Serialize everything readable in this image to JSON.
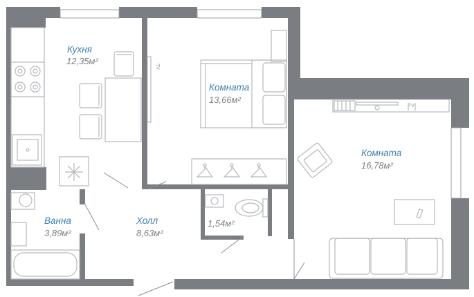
{
  "colors": {
    "wall": "#7a7d82",
    "room_name": "#3c7fb0",
    "room_area": "#7b7e83",
    "furniture_line": "#b4b8bc",
    "background": "#ffffff"
  },
  "rooms": [
    {
      "id": "kitchen",
      "name": "Кухня",
      "area": "12,35м²"
    },
    {
      "id": "room1",
      "name": "Комната",
      "area": "13,66м²"
    },
    {
      "id": "room2",
      "name": "Комната",
      "area": "16,78м²"
    },
    {
      "id": "bath",
      "name": "Ванна",
      "area": "3,89м²"
    },
    {
      "id": "hall",
      "name": "Холл",
      "area": "8,63м²"
    },
    {
      "id": "wc",
      "name": "",
      "area": "1,54м²"
    }
  ],
  "tv_labels": [
    "TV",
    "TV"
  ],
  "icons": {
    "stove": "stove-icon",
    "sink": "sink-icon",
    "fridge": "snowflake-icon",
    "bed": "bed-icon",
    "sofa": "sofa-icon",
    "armchair": "armchair-icon",
    "bathtub": "bathtub-icon",
    "toilet": "toilet-icon",
    "hanger": "hanger-icon",
    "tv": "tv-icon"
  }
}
